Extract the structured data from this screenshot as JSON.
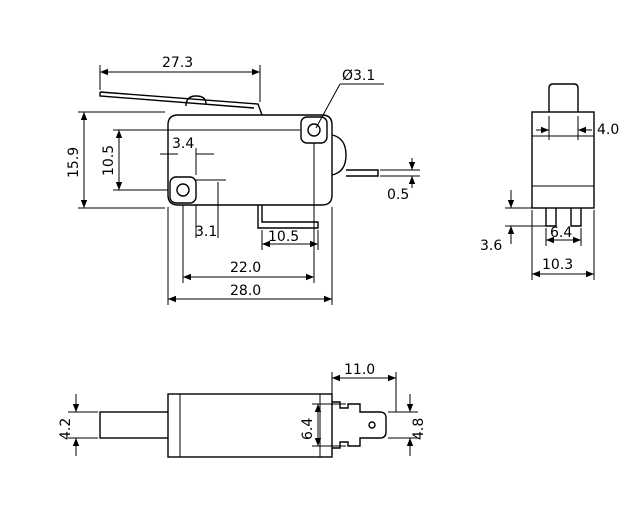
{
  "front_view": {
    "lever_length": "27.3",
    "hole_diameter": "Ø3.1",
    "height_total": "15.9",
    "hole_spacing_v": "10.5",
    "hole_offset": "3.4",
    "terminal_thickness": "0.5",
    "hole_to_terminal": "3.1",
    "terminal_width": "10.5",
    "hole_spacing_h": "22.0",
    "body_length": "28.0"
  },
  "side_view": {
    "plunger_width": "4.0",
    "terminal_offset": "3.6",
    "terminal_spacing": "6.4",
    "body_width": "10.3"
  },
  "bottom_view": {
    "lever_width": "4.2",
    "terminal_length": "11.0",
    "terminal_height": "6.4",
    "terminal_tab": "4.8"
  }
}
